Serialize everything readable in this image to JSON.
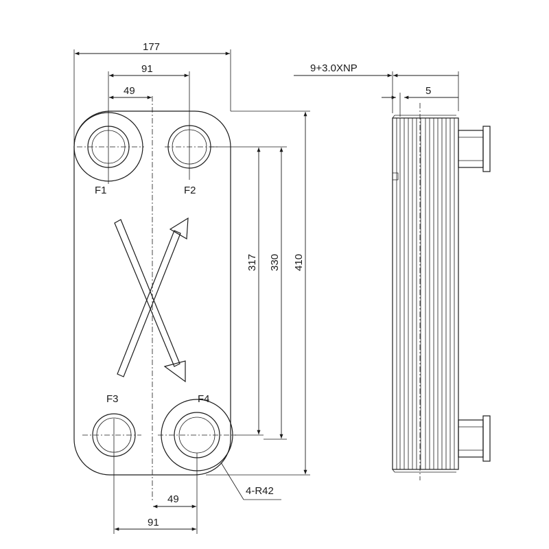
{
  "front_view": {
    "width_label": "177",
    "top_spacing_label": "91",
    "top_offset_label": "49",
    "bottom_offset_label": "49",
    "bottom_spacing_label": "91",
    "height_317_label": "317",
    "height_330_label": "330",
    "height_410_label": "410",
    "radius_label": "4-R42",
    "ports": [
      "F1",
      "F2",
      "F3",
      "F4"
    ]
  },
  "side_view": {
    "thickness_label": "9+3.0XNP",
    "offset_label": "5"
  }
}
